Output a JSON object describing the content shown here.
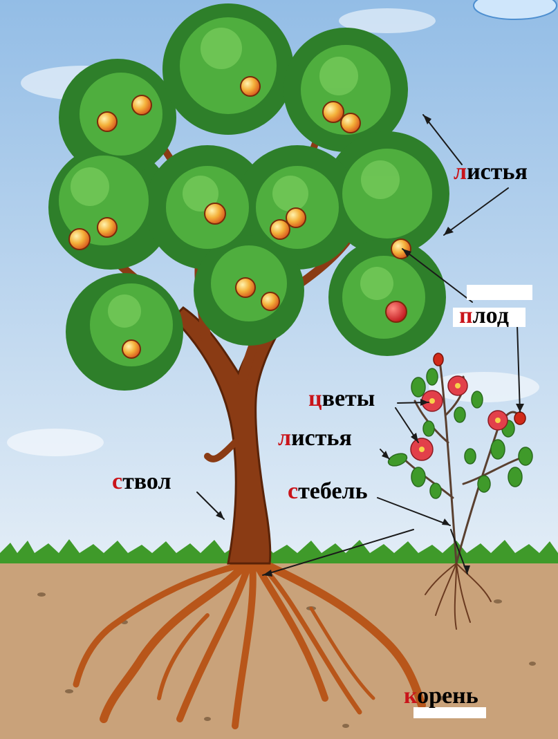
{
  "colors": {
    "sky_top": "#9fc3e6",
    "sky_bottom": "#dce9f5",
    "foliage": "#2f8a2f",
    "foliage_light": "#5cb845",
    "trunk": "#8a3b14",
    "soil": "#c9a27a",
    "grass": "#3f9a2a",
    "apple": "#f2a430",
    "label_first_letter": "#c9141a",
    "label_text": "#000000"
  },
  "labels": {
    "tree_leaves": {
      "first": "л",
      "rest": "истья"
    },
    "fruit": {
      "first": "п",
      "rest": "лод"
    },
    "flowers": {
      "first": "ц",
      "rest": "веты"
    },
    "shrub_leaves": {
      "first": "л",
      "rest": "истья"
    },
    "trunk": {
      "first": "с",
      "rest": "твол"
    },
    "stem": {
      "first": "с",
      "rest": "тебель"
    },
    "root": {
      "first": "к",
      "rest": "орень"
    }
  }
}
